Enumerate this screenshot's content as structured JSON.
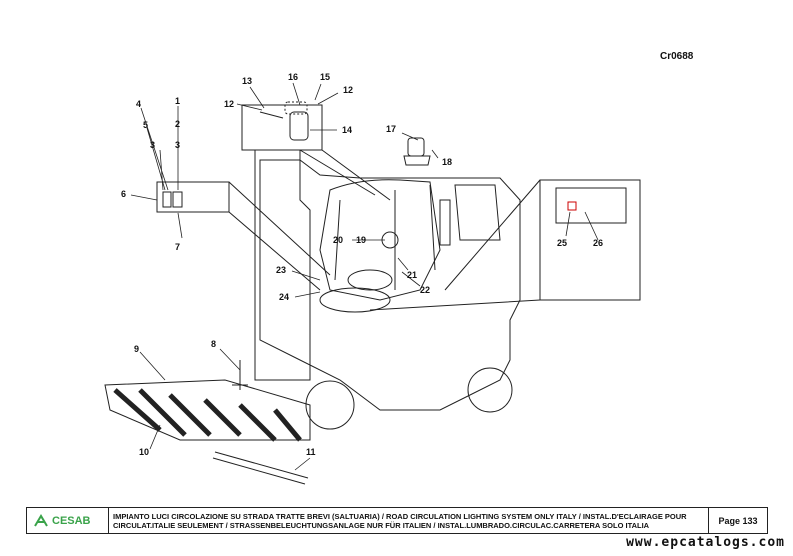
{
  "drawing_code": "Cr0688",
  "callouts": [
    "1",
    "2",
    "3",
    "3",
    "4",
    "5",
    "6",
    "7",
    "8",
    "9",
    "10",
    "11",
    "12",
    "12",
    "13",
    "14",
    "15",
    "16",
    "17",
    "18",
    "19",
    "20",
    "21",
    "22",
    "23",
    "24",
    "25",
    "26"
  ],
  "footer": {
    "brand": "CESAB",
    "description_line1": "IMPIANTO LUCI CIRCOLAZIONE SU STRADA TRATTE BREVI (SALTUARIA) / ROAD CIRCULATION LIGHTING SYSTEM ONLY ITALY / INSTAL.D'ECLAIRAGE POUR",
    "description_line2": "CIRCULAT.ITALIE SEULEMENT / STRASSENBELEUCHTUNGSANLAGE NUR FÜR ITALIEN / INSTAL.LUMBRADO.CIRCULAC.CARRETERA SOLO ITALIA",
    "page": "Page 133"
  },
  "watermark": "www.epcatalogs.com",
  "colors": {
    "logo": "#3aa34a",
    "ink": "#111111"
  }
}
